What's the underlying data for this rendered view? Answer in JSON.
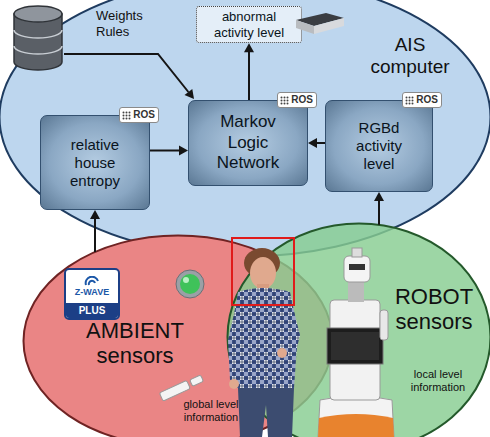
{
  "diagram": {
    "nodes": [
      {
        "text": [
          "AIS computer"
        ]
      },
      {
        "text": [
          "abnormal activity level"
        ],
        "in": 0
      },
      {
        "text": [
          "relative house entropy"
        ],
        "in": 0
      },
      {
        "text": [
          "Markov Logic Network"
        ],
        "in": 0
      },
      {
        "text": [
          "RGBd activity level"
        ],
        "in": 0
      },
      {
        "text": [
          "AMBIENT sensors",
          "global level information"
        ]
      },
      {
        "text": [
          "ROBOT sensors",
          "local level information"
        ]
      }
    ],
    "edges": [
      {
        "from": 2,
        "to": 3,
        "arrow": "to"
      },
      {
        "from": 4,
        "to": 3,
        "arrow": "to"
      },
      {
        "from": 3,
        "to": 1,
        "arrow": "to"
      },
      {
        "from": 5,
        "to": 2,
        "arrow": "to"
      },
      {
        "from": 6,
        "to": 4,
        "arrow": "to"
      }
    ],
    "labels": [
      "Weights Rules",
      "ROS",
      "ROS",
      "ROS",
      "Z-WAVE",
      "PLUS"
    ]
  }
}
